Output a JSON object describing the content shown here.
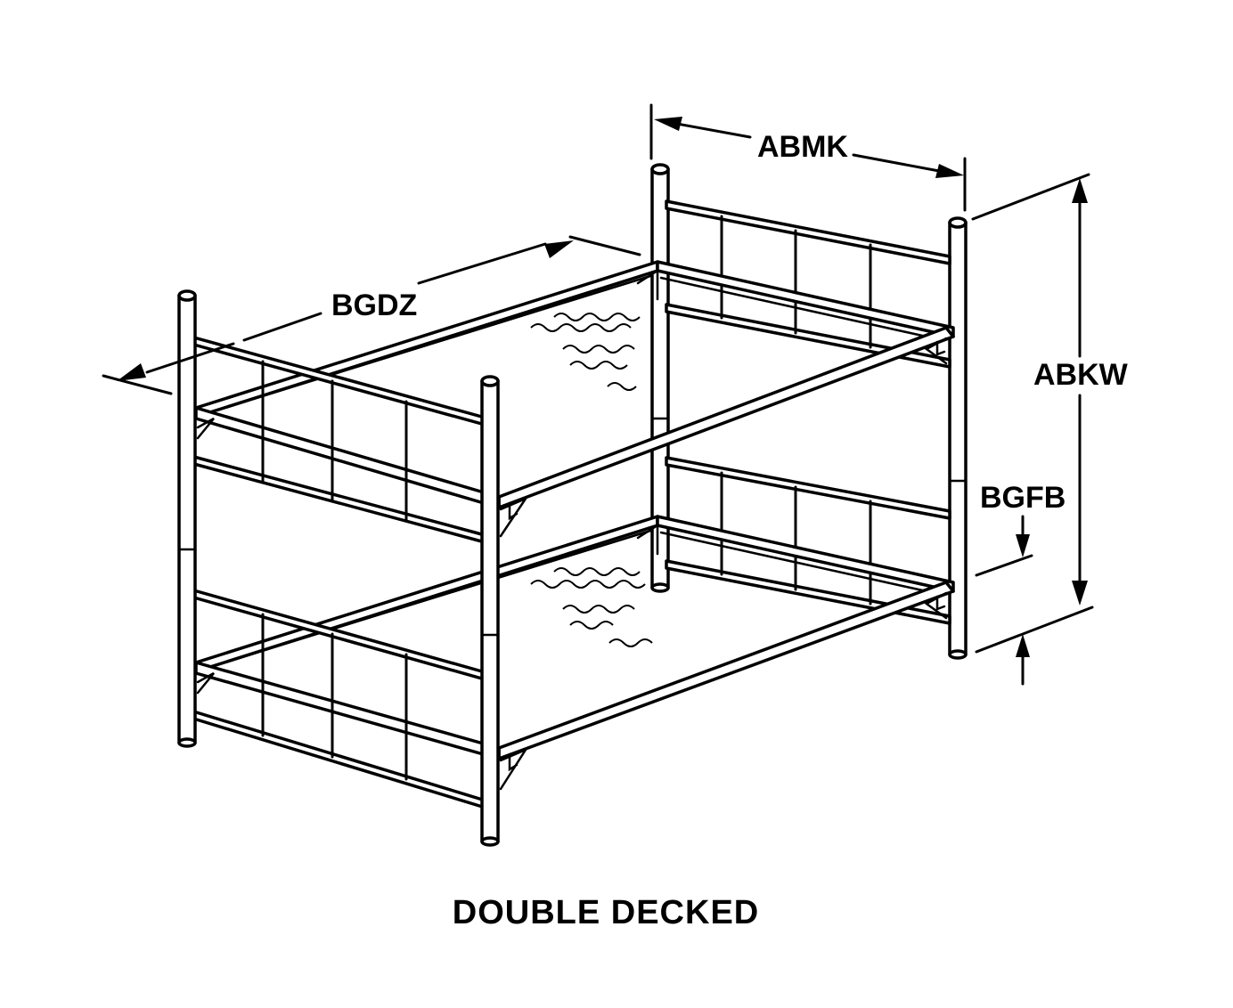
{
  "labels": {
    "width": "ABMK",
    "length": "BGDZ",
    "height": "ABKW",
    "deck_height": "BGFB"
  },
  "caption": "DOUBLE DECKED"
}
